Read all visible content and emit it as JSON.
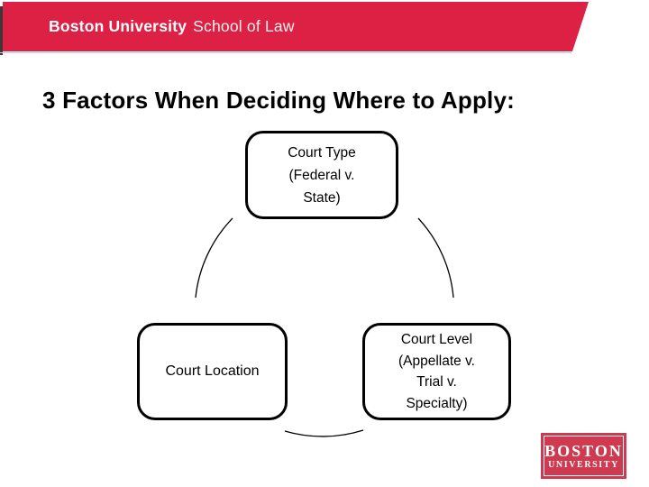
{
  "banner": {
    "brand_bold": "Boston University",
    "brand_regular": "School of Law",
    "bg_color": "#DC2144"
  },
  "title": "3 Factors When Deciding Where to Apply:",
  "diagram": {
    "type": "cycle",
    "arc_color": "#000000",
    "nodes": {
      "court_type": {
        "lines": [
          "Court Type",
          "(Federal v.",
          "State)"
        ]
      },
      "court_location": {
        "lines": [
          "Court Location"
        ]
      },
      "court_level": {
        "lines": [
          "Court Level",
          "(Appellate v.",
          "Trial v.",
          "Specialty)"
        ]
      }
    }
  },
  "logo": {
    "line1": "BOSTON",
    "line2": "UNIVERSITY",
    "bg_color": "#CE3A50"
  }
}
